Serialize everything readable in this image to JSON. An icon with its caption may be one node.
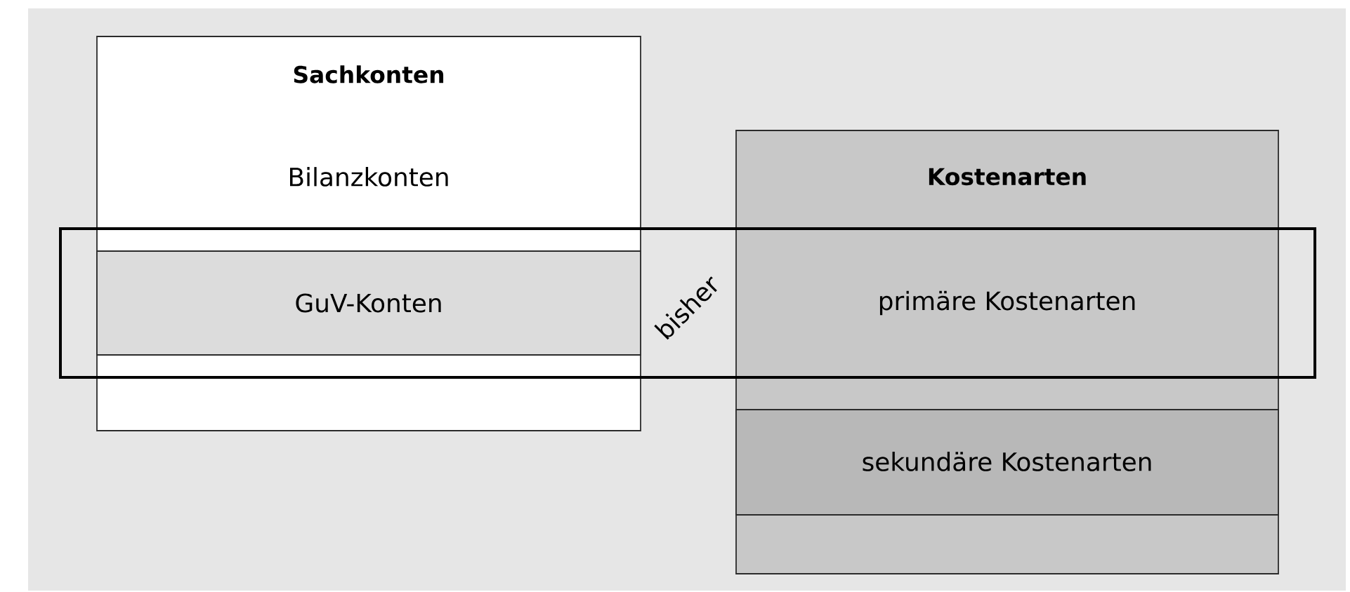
{
  "diagram": {
    "nodes": [
      {
        "text": [
          "Sachkonten",
          "Bilanzkonten"
        ]
      },
      {
        "text": [
          "GuV-Konten"
        ]
      },
      {
        "text": [
          "Kostenarten"
        ]
      },
      {
        "text": [
          "primäre Kostenarten"
        ]
      },
      {
        "text": [
          "sekundäre Kostenarten"
        ],
        "in": 2
      },
      {
        "text": [
          "bisher"
        ]
      }
    ]
  }
}
